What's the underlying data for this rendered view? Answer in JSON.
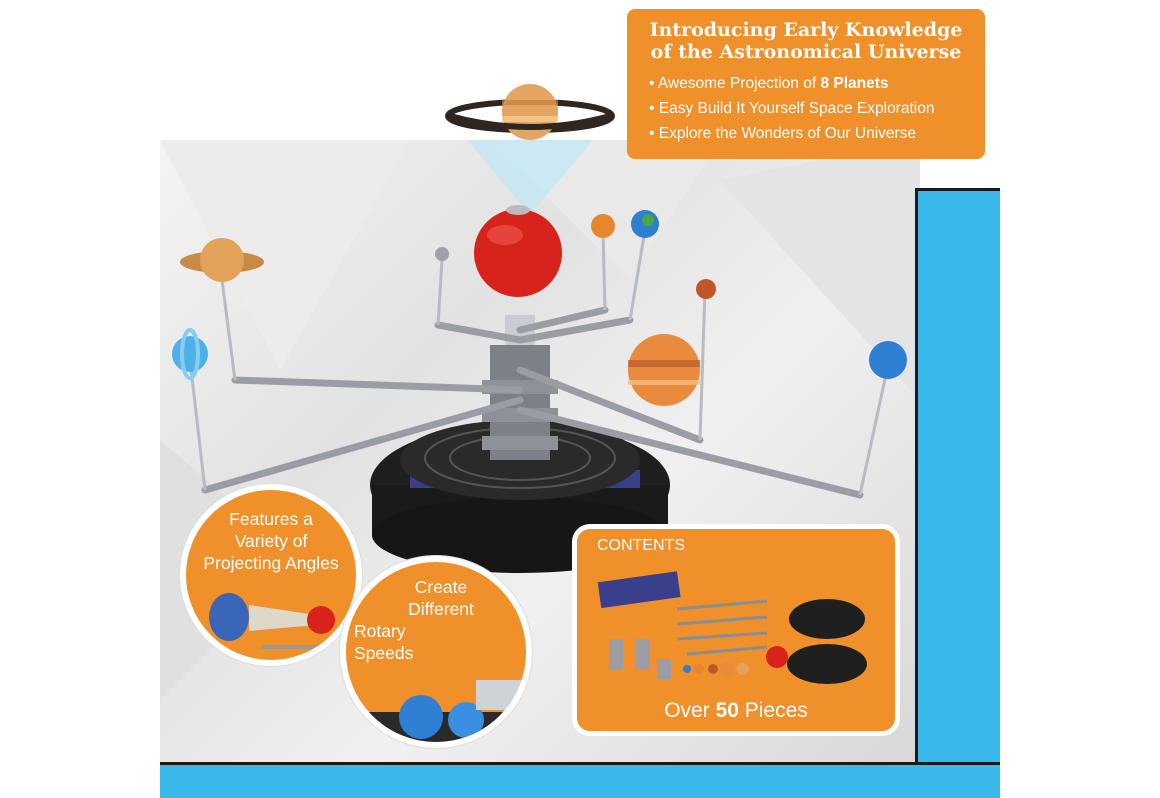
{
  "intro": {
    "title_line1": "Introducing Early Knowledge",
    "title_line2": "of the Astronomical Universe",
    "bullet1_prefix": "Awesome Projection of ",
    "bullet1_bold": "8 Planets",
    "bullet2": "Easy Build It Yourself Space Exploration",
    "bullet3": "Explore the Wonders of Our Universe"
  },
  "feature_angles": {
    "line1": "Features a",
    "line2": "Variety of",
    "line3": "Projecting Angles"
  },
  "feature_speeds": {
    "line1": "Create",
    "line2": "Different",
    "line3": "Rotary",
    "line4": "Speeds"
  },
  "contents": {
    "heading": "CONTENTS",
    "pieces_prefix": "Over ",
    "pieces_bold": "50",
    "pieces_suffix": " Pieces"
  },
  "colors": {
    "accent_orange": "#f0902a",
    "accent_blue": "#3bb8ea",
    "sun_red": "#d8231c"
  }
}
